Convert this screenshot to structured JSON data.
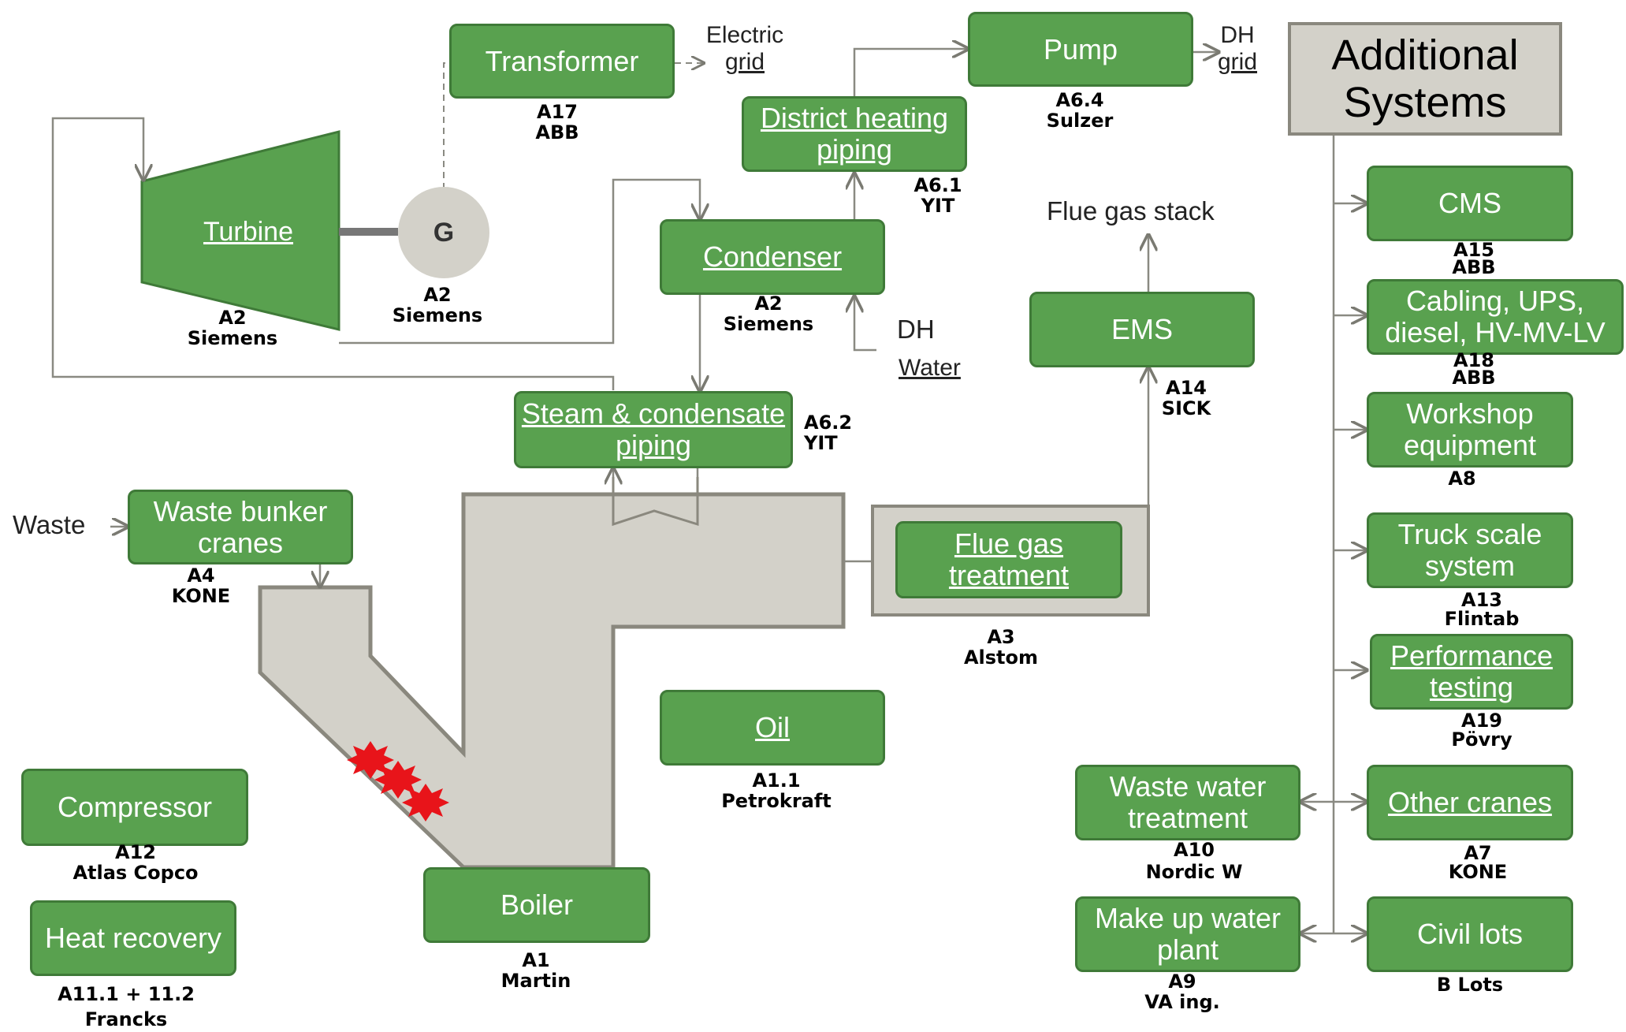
{
  "additional_title": "Additional Systems",
  "generator_label": "G",
  "components": {
    "transformer": {
      "label": "Transformer",
      "code": "A17",
      "supplier": "ABB"
    },
    "pump": {
      "label": "Pump",
      "code": "A6.4",
      "supplier": "Sulzer"
    },
    "district_heating_piping": {
      "label": "District heating piping",
      "code": "A6.1",
      "supplier": "YIT"
    },
    "turbine": {
      "label": "Turbine",
      "code": "A2",
      "supplier": "Siemens"
    },
    "generator": {
      "code": "A2",
      "supplier": "Siemens"
    },
    "condenser": {
      "label": "Condenser",
      "code": "A2",
      "supplier": "Siemens"
    },
    "ems": {
      "label": "EMS",
      "code": "A14",
      "supplier": "SICK"
    },
    "steam_piping": {
      "label": "Steam & condensate piping",
      "code": "A6.2",
      "supplier": "YIT"
    },
    "waste_bunker_cranes": {
      "label": "Waste bunker cranes",
      "code": "A4",
      "supplier": "KONE"
    },
    "flue_gas_treatment": {
      "label": "Flue gas treatment",
      "code": "A3",
      "supplier": "Alstom"
    },
    "oil": {
      "label": "Oil",
      "code": "A1.1",
      "supplier": "Petrokraft"
    },
    "compressor": {
      "label": "Compressor",
      "code": "A12",
      "supplier": "Atlas Copco"
    },
    "heat_recovery": {
      "label": "Heat recovery",
      "code": "A11.1 + 11.2",
      "supplier": "Francks"
    },
    "boiler": {
      "label": "Boiler",
      "code": "A1",
      "supplier": "Martin"
    },
    "cms": {
      "label": "CMS",
      "code": "A15",
      "supplier": "ABB"
    },
    "cabling": {
      "label": "Cabling, UPS, diesel, HV-MV-LV",
      "code": "A18",
      "supplier": "ABB"
    },
    "workshop": {
      "label": "Workshop equipment",
      "code": "A8"
    },
    "truck_scale": {
      "label": "Truck scale system",
      "code": "A13",
      "supplier": "Flintab"
    },
    "performance_testing": {
      "label": "Performance testing",
      "code": "A19",
      "supplier": "Pövry"
    },
    "other_cranes": {
      "label": "Other cranes",
      "code": "A7",
      "supplier": "KONE"
    },
    "civil_lots": {
      "label": "Civil lots",
      "code": "B Lots"
    },
    "waste_water": {
      "label": "Waste water treatment",
      "code": "A10",
      "supplier": "Nordic W"
    },
    "make_up_water": {
      "label": "Make up water plant",
      "code": "A9",
      "supplier": "VA ing."
    }
  },
  "labels": {
    "electric": "Electric",
    "grid": "grid",
    "dh_top": "DH",
    "dh_grid": "grid",
    "flue_gas_stack": "Flue gas stack",
    "dh_water_dh": "DH",
    "dh_water_water": "Water",
    "waste": "Waste"
  },
  "colors": {
    "box_fill": "#59a14f",
    "box_border": "#3f7a38",
    "grey_fill": "#d3d1c9",
    "grey_border": "#8a887e",
    "flame": "#e8141a"
  }
}
